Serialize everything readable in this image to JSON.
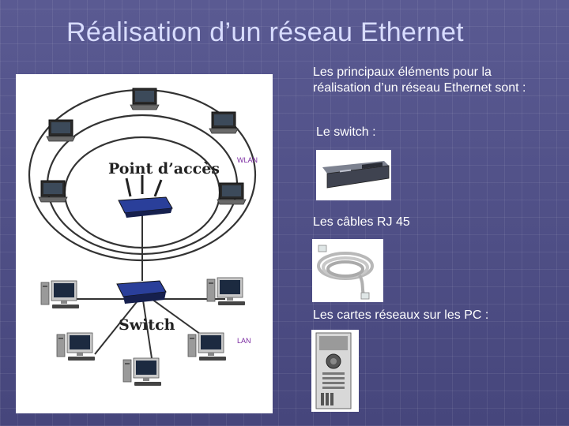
{
  "slide": {
    "title": "Réalisation d’un réseau Ethernet",
    "intro": "Les principaux éléments pour la réalisation d’un réseau Ethernet sont :",
    "switch_label": "Le switch :",
    "cables_label": "Les câbles RJ 45",
    "cards_label": "Les cartes réseaux sur les PC :"
  },
  "diagram": {
    "access_point_label": "Point d’accès",
    "wlan_label": "WLAN",
    "switch_label": "Switch",
    "lan_label": "LAN"
  },
  "colors": {
    "background": "#4d4d86",
    "title": "#d8dcff",
    "tag_text": "#7a2aa0"
  }
}
